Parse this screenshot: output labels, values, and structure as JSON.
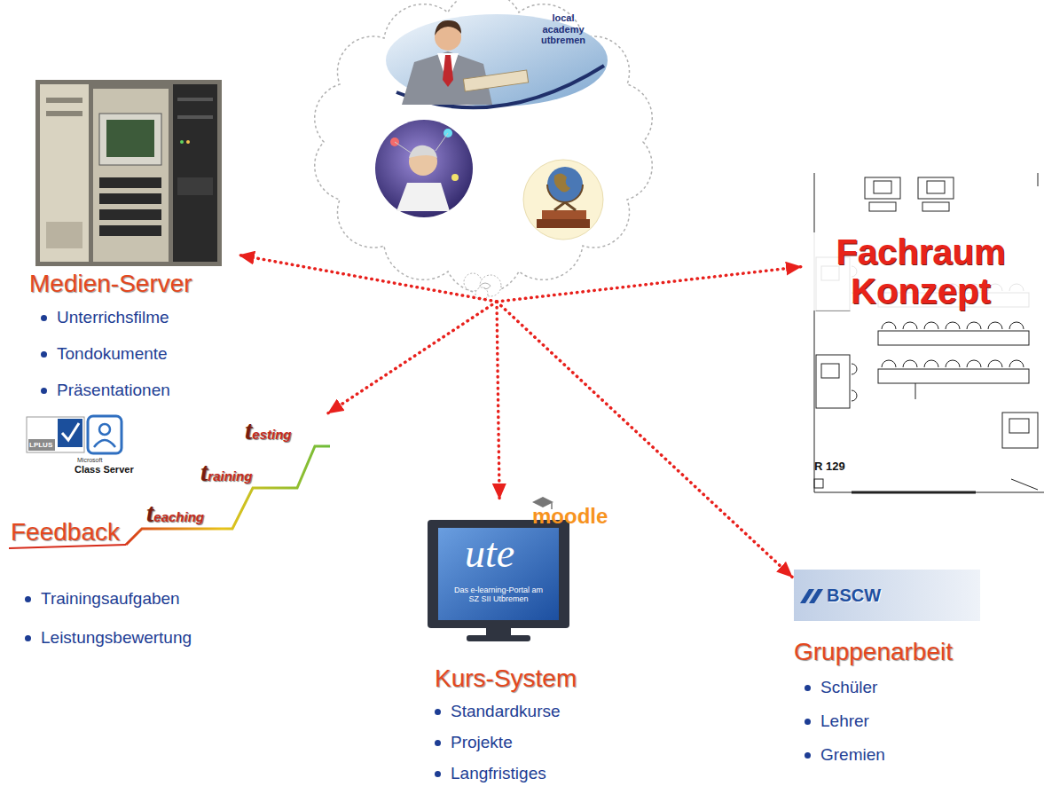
{
  "diagram": {
    "nodes": [
      {
        "text": [
          "local academy utbremen"
        ]
      },
      {
        "text": [
          "Medien-Server",
          "Unterrichsfilme",
          "Tondokumente",
          "Präsentationen"
        ]
      },
      {
        "text": [
          "Fachraum Konzept",
          "R 129"
        ]
      },
      {
        "text": [
          "Feedback",
          "Trainingsaufgaben",
          "Leistungsbewertung"
        ]
      },
      {
        "text": [
          "Kurs-System",
          "Standardkurse",
          "Projekte",
          "Langfristiges"
        ]
      },
      {
        "text": [
          "Gruppenarbeit",
          "Schüler",
          "Lehrer",
          "Gremien"
        ]
      }
    ],
    "edges": [
      {
        "from": 0,
        "to": 1,
        "arrow": "to"
      },
      {
        "from": 0,
        "to": 2,
        "arrow": "to"
      },
      {
        "from": 0,
        "to": 3,
        "arrow": "to"
      },
      {
        "from": 0,
        "to": 4,
        "arrow": "to"
      },
      {
        "from": 0,
        "to": 5,
        "arrow": "to"
      }
    ],
    "labels": [
      "LPLUS",
      "Microsoft",
      "Class Server",
      "teaching",
      "training",
      "testing",
      "moodle",
      "ute",
      "Das e-learning-Portal am SZ SII Utbremen",
      "BSCW"
    ]
  }
}
